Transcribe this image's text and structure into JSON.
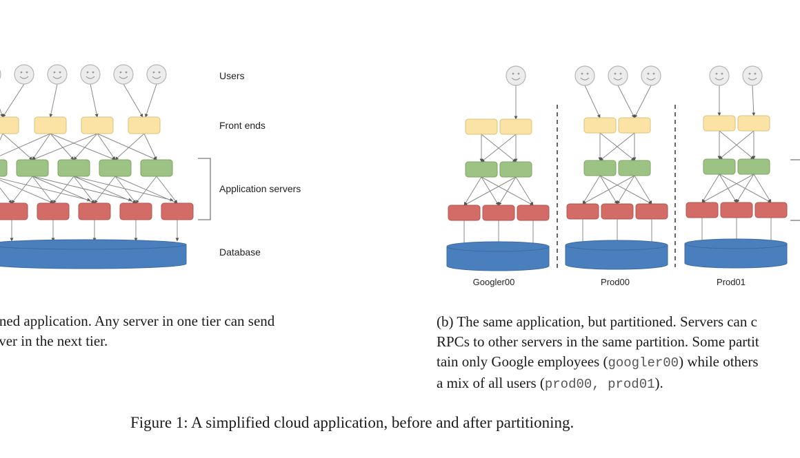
{
  "figure": {
    "left_diagram": {
      "tier_labels": {
        "users": "Users",
        "front_ends": "Front ends",
        "application_servers": "Application servers",
        "database": "Database"
      },
      "counts": {
        "users": 6,
        "front_ends": 4,
        "app_servers": 5,
        "backends": 5
      }
    },
    "right_diagram": {
      "partitions": [
        {
          "name": "Googler00",
          "users": 1,
          "front_ends": 2,
          "app_servers": 2,
          "backends": 3
        },
        {
          "name": "Prod00",
          "users": 3,
          "front_ends": 2,
          "app_servers": 2,
          "backends": 3
        },
        {
          "name": "Prod01",
          "users": 2,
          "front_ends": 2,
          "app_servers": 2,
          "backends": 3
        }
      ]
    },
    "colors": {
      "user": "#ececec",
      "front_end": "#fbe3a6",
      "app_server": "#9dc384",
      "backend": "#d36b66",
      "database": "#4a7fbe",
      "edge": "#888888"
    },
    "caption_a": {
      "line1": "rtitioned application. Any server in one tier can send",
      "line2": "y server in the next tier."
    },
    "caption_b": {
      "line1": "(b) The same application, but partitioned. Servers can c",
      "line2": "RPCs to other servers in the same partition. Some partit",
      "line3_pre": "tain only Google employees (",
      "line3_code": "googler00",
      "line3_post": ") while others",
      "line4_pre": "a mix of all users (",
      "line4_code": "prod00, prod01",
      "line4_post": ")."
    },
    "main_caption": "Figure 1: A simplified cloud application, before and after partitioning."
  }
}
